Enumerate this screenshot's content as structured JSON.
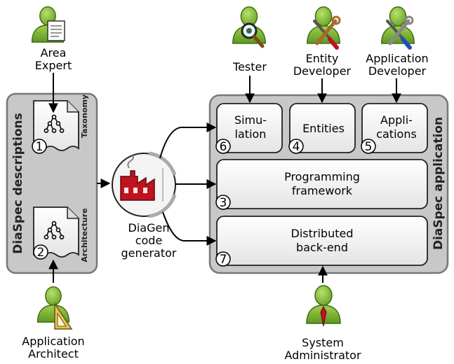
{
  "actors": {
    "area_expert": [
      "Area",
      "Expert"
    ],
    "tester": [
      "Tester"
    ],
    "entity_developer": [
      "Entity",
      "Developer"
    ],
    "application_developer": [
      "Application",
      "Developer"
    ],
    "application_architect": [
      "Application",
      "Architect"
    ],
    "system_administrator": [
      "System",
      "Administrator"
    ]
  },
  "descriptions_panel": {
    "title": "DiaSpec descriptions",
    "taxonomy": {
      "label": "Taxonomy",
      "step": "1"
    },
    "architecture": {
      "label": "Architecture",
      "step": "2"
    }
  },
  "generator": {
    "lines": [
      "DiaGen",
      "code",
      "generator"
    ]
  },
  "application_panel": {
    "title": "DiaSpec application",
    "simulation": {
      "lines": [
        "Simu-",
        "lation"
      ],
      "step": "6"
    },
    "entities": {
      "lines": [
        "Entities"
      ],
      "step": "4"
    },
    "applications": {
      "lines": [
        "Appli-",
        "cations"
      ],
      "step": "5"
    },
    "framework": {
      "lines": [
        "Programming",
        "framework"
      ],
      "step": "3"
    },
    "backend": {
      "lines": [
        "Distributed",
        "back-end"
      ],
      "step": "7"
    }
  },
  "colors": {
    "panel_fill": "#c8c8c8",
    "panel_stroke": "#777777",
    "box_fill": "#f2f2f2",
    "actor_green": "#8cc63f",
    "actor_green_dark": "#4f7f1a",
    "factory_red": "#c1121f"
  }
}
